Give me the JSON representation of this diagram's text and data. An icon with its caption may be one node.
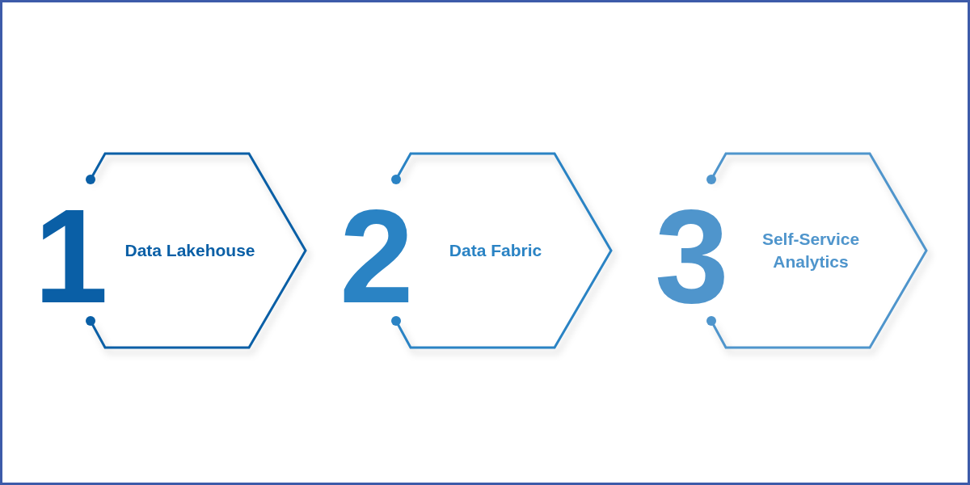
{
  "diagram": {
    "nodes": [
      {
        "text": [
          "1",
          "Data Lakehouse"
        ]
      },
      {
        "text": [
          "2",
          "Data Fabric"
        ]
      },
      {
        "text": [
          "3",
          "Self-Service Analytics"
        ]
      }
    ],
    "edges": []
  }
}
